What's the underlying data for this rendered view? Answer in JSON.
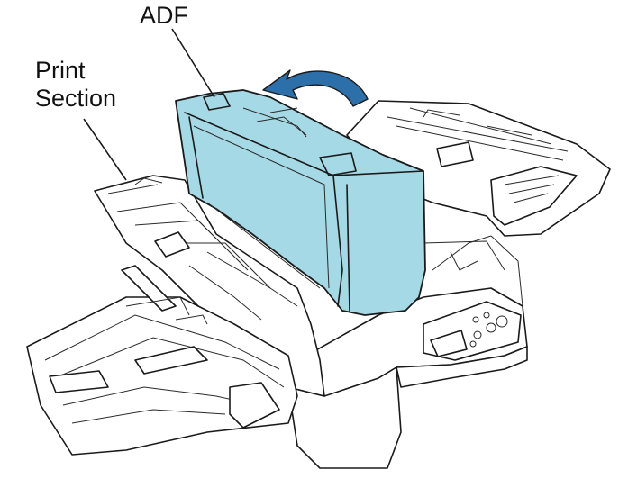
{
  "labels": {
    "adf": "ADF",
    "print_section_line1": "Print",
    "print_section_line2": "Section"
  },
  "colors": {
    "adf_highlight": "#a6d9e6",
    "arrow": "#2d6fa8",
    "outline": "#1a1a1a"
  },
  "icons": {
    "rotation_arrow": "curved-arrow-left"
  }
}
